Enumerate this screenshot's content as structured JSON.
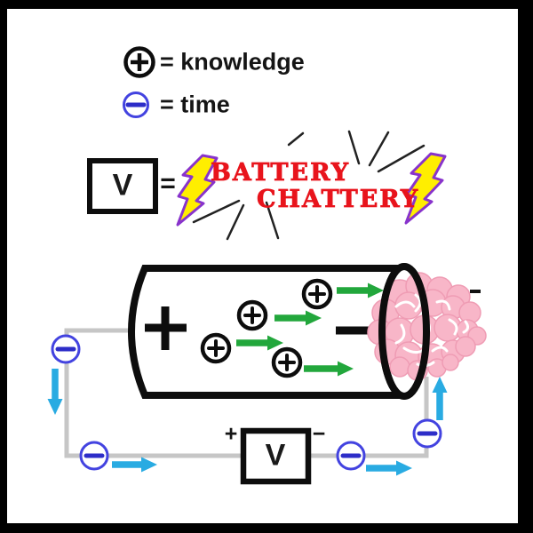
{
  "legend": {
    "items": [
      {
        "icon": "plus-in-circle-icon",
        "label": "= knowledge"
      },
      {
        "icon": "minus-in-circle-icon",
        "label": "= time"
      }
    ]
  },
  "equation": {
    "voltage_box_label": "V",
    "equals_sign": "=",
    "title_word1": "BATTERY",
    "title_word2": "CHATTERY"
  },
  "battery": {
    "positive_terminal_symbol": "+",
    "negative_terminal_symbol": "−",
    "charge_symbol": "⊕",
    "charge_count": 4
  },
  "meter": {
    "label": "V",
    "positive_label": "+",
    "negative_label": "−"
  },
  "colors": {
    "title_red": "#e8141c",
    "bolt_yellow": "#ffee00",
    "bolt_outline_purple": "#8833cc",
    "charge_arrow_green": "#22a73c",
    "time_arrow_blue": "#29abe2",
    "time_symbol_blue": "#4343e0",
    "time_minus_blue": "#2d2dc8",
    "wire_gray": "#c6c6c6",
    "brain_pink": "#f8b6c8",
    "brain_outline_pink": "#ef9cb4"
  }
}
